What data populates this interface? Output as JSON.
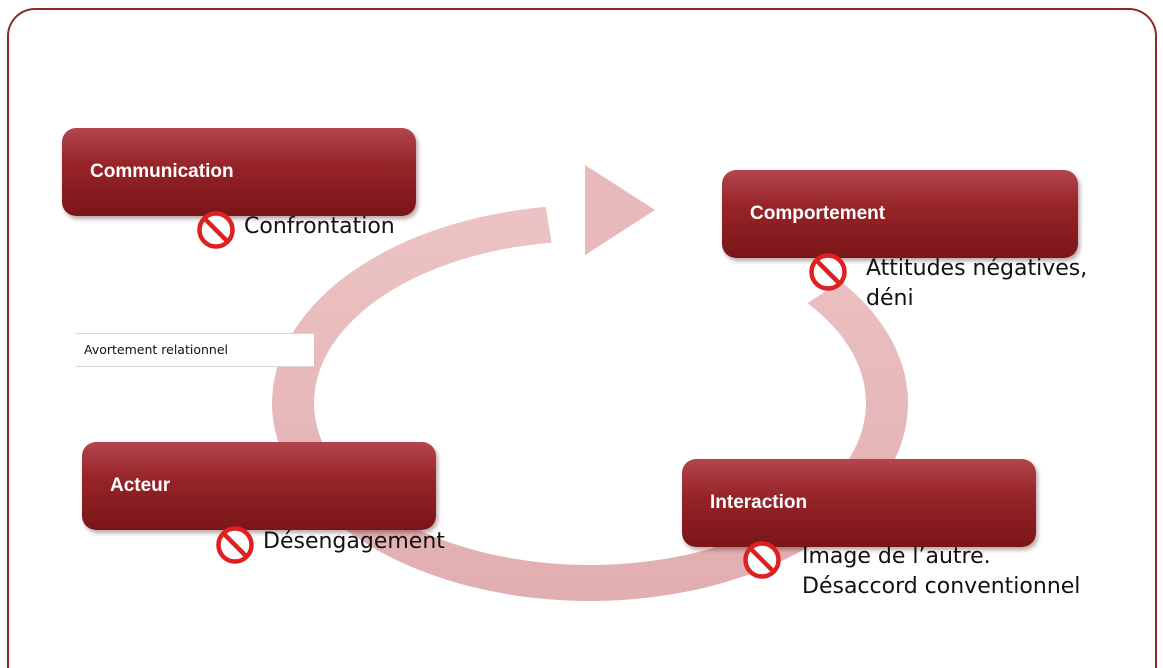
{
  "colors": {
    "frame_border": "#8e2a2a",
    "box_fill": "#962429",
    "cycle_arrow": "#e8b9ba",
    "prohibition_icon": "#e02020"
  },
  "boxes": {
    "communication": {
      "label": "Communication",
      "icon": "prohibition-icon",
      "item": "Confrontation"
    },
    "comportement": {
      "label": "Comportement",
      "icon": "prohibition-icon",
      "item": "Attitudes négatives,\ndéni"
    },
    "interaction": {
      "label": "Interaction",
      "icon": "prohibition-icon",
      "item": "Image de l’autre.\nDésaccord conventionnel"
    },
    "acteur": {
      "label": "Acteur",
      "icon": "prohibition-icon",
      "item": "Désengagement"
    }
  },
  "side_label": "Avortement relationnel"
}
